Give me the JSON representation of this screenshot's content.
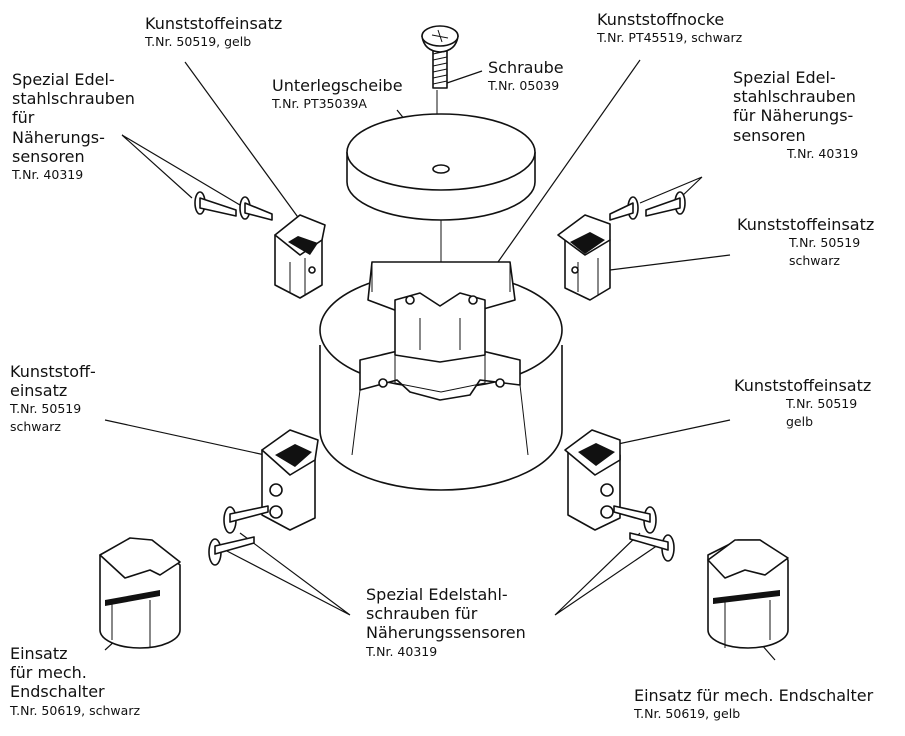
{
  "labels": {
    "insert_top_left": {
      "title": "Kunststoffeinsatz",
      "part": "T.Nr. 50519, gelb"
    },
    "special_screws_top_left": {
      "lines": [
        "Spezial Edel-",
        "stahlschrauben",
        "für",
        "Näherungs-",
        "sensoren"
      ],
      "part": "T.Nr. 40319"
    },
    "washer": {
      "title": "Unterlegscheibe",
      "part": "T.Nr. PT35039A"
    },
    "screw": {
      "title": "Schraube",
      "part": "T.Nr. 05039"
    },
    "cam": {
      "title": "Kunststoffnocke",
      "part": "T.Nr. PT45519, schwarz"
    },
    "special_screws_top_right": {
      "lines": [
        "Spezial Edel-",
        "stahlschrauben",
        "für Näherungs-",
        "sensoren"
      ],
      "part": "T.Nr. 40319"
    },
    "insert_right_black": {
      "title": "Kunststoffeinsatz",
      "part": "T.Nr. 50519",
      "color": "schwarz"
    },
    "insert_left_black": {
      "lines": [
        "Kunststoff-",
        "einsatz"
      ],
      "part": "T.Nr. 50519",
      "color": "schwarz"
    },
    "insert_right_yellow": {
      "title": "Kunststoffeinsatz",
      "part": "T.Nr. 50519",
      "color": "gelb"
    },
    "special_screws_bottom": {
      "lines": [
        "Spezial Edelstahl-",
        "schrauben für",
        "Näherungssensoren"
      ],
      "part": "T.Nr. 40319"
    },
    "switch_insert_left": {
      "lines": [
        "Einsatz",
        "für mech.",
        "Endschalter"
      ],
      "part": "T.Nr. 50619, schwarz"
    },
    "switch_insert_right": {
      "title": "Einsatz für mech. Endschalter",
      "part": "T.Nr. 50619, gelb"
    }
  }
}
